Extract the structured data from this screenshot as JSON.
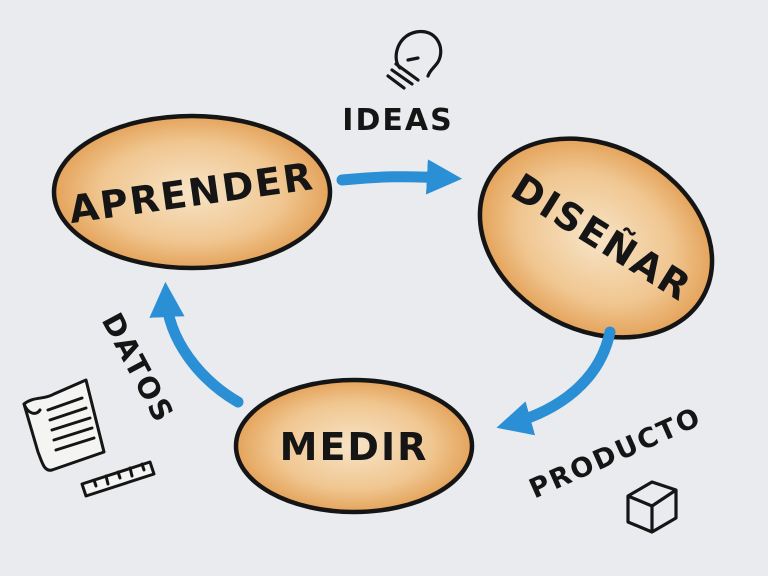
{
  "nodes": {
    "learn": "APRENDER",
    "design": "DISEÑAR",
    "measure": "MEDIR"
  },
  "edges": {
    "learn_to_design": "IDEAS",
    "design_to_measure": "PRODUCTO",
    "measure_to_learn": "DATOS"
  },
  "icons": {
    "ideas": "lightbulb-icon",
    "product": "cube-icon",
    "data": "document-ruler-icon"
  },
  "colors": {
    "paper": "#e9ebee",
    "node_fill": "#e6a85c",
    "node_center": "#f6ddbb",
    "outline": "#151515",
    "arrow": "#2a8fd4"
  }
}
